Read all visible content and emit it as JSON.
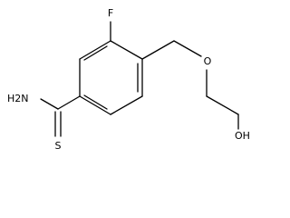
{
  "molecule": {
    "atom_labels": {
      "fluorine": "F",
      "amine": "H2N",
      "thione_sulfur": "S",
      "ether_oxygen": "O",
      "hydroxyl": "OH"
    }
  }
}
